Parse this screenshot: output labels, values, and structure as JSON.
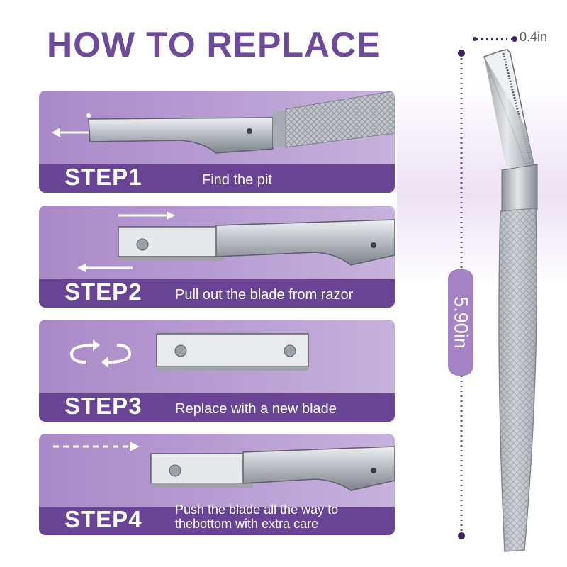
{
  "title": "HOW TO REPLACE",
  "steps": [
    {
      "label": "STEP1",
      "description": "Find the pit"
    },
    {
      "label": "STEP2",
      "description": "Pull out the blade from razor"
    },
    {
      "label": "STEP3",
      "description": "Replace with a new blade"
    },
    {
      "label": "STEP4",
      "description_line1": "Push the blade all the way to",
      "description_line2": "thebottom with extra care"
    }
  ],
  "dimensions": {
    "width": "0.4in",
    "height": "5.90in"
  },
  "colors": {
    "brand_purple": "#6a4494",
    "card_purple": "#b69ad1",
    "title_purple": "#6e4a9c",
    "steel": "#b8bcc4"
  },
  "icons": [
    "arrow-left-icon",
    "arrow-right-icon",
    "swap-icon",
    "dashed-arrow-right-icon"
  ]
}
